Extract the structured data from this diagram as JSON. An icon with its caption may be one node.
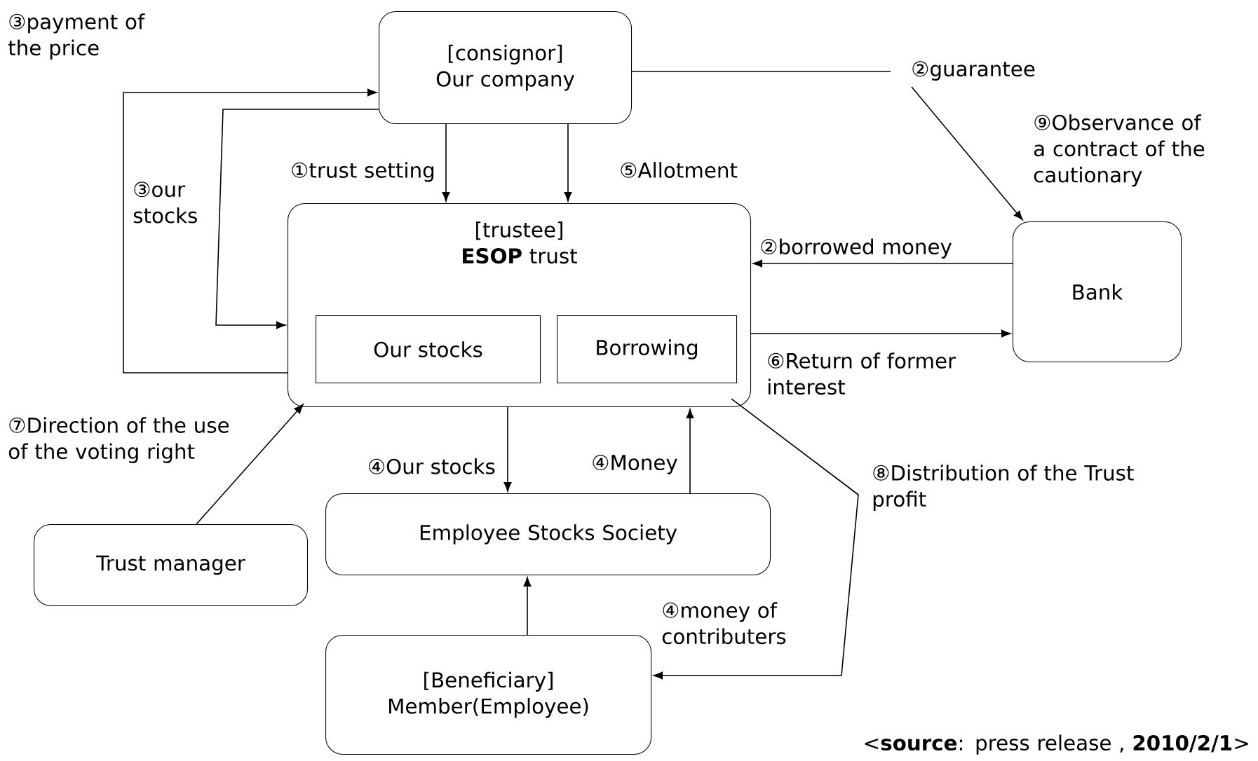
{
  "diagram": {
    "nodes": [
      {
        "text": [
          "[consignor] Our company"
        ]
      },
      {
        "text": [
          "[trustee] **ESOP** trust"
        ]
      },
      {
        "text": [
          "Our stocks"
        ],
        "in": 1
      },
      {
        "text": [
          "Borrowing"
        ],
        "in": 1
      },
      {
        "text": [
          "Bank"
        ]
      },
      {
        "text": [
          "Trust manager"
        ]
      },
      {
        "text": [
          "Employee Stocks Society"
        ]
      },
      {
        "text": [
          "[Beneficiary] Member(Employee)"
        ]
      }
    ],
    "edges": [
      {
        "from": 0,
        "to": 1,
        "arrow": "to",
        "label": "①trust setting"
      },
      {
        "from": 0,
        "to": 1,
        "arrow": "to",
        "label": "⑤Allotment"
      },
      {
        "from": 1,
        "to": 0,
        "arrow": "to",
        "label": "③payment of the price"
      },
      {
        "from": 0,
        "to": 1,
        "arrow": "to",
        "label": "③our stocks"
      },
      {
        "from": 0,
        "to": null,
        "arrow": "none",
        "label": "②guarantee"
      },
      {
        "from": null,
        "to": 4,
        "arrow": "to",
        "label": "⑨Observance of a contract of the cautionary"
      },
      {
        "from": 4,
        "to": 1,
        "arrow": "to",
        "label": "②borrowed money"
      },
      {
        "from": 1,
        "to": 4,
        "arrow": "to",
        "label": "⑥Return of former interest"
      },
      {
        "from": 5,
        "to": 1,
        "arrow": "to",
        "label": "⑦Direction of the use of the voting right"
      },
      {
        "from": 1,
        "to": 6,
        "arrow": "to",
        "label": "④Our stocks"
      },
      {
        "from": 6,
        "to": 1,
        "arrow": "to",
        "label": "④Money"
      },
      {
        "from": 7,
        "to": 6,
        "arrow": "to"
      },
      {
        "from": 1,
        "to": 7,
        "arrow": "to",
        "label": "⑧Distribution of the Trust profit"
      }
    ],
    "labels": [
      "④money of contributers",
      "<**source**: press release , **2010/2/1**>"
    ]
  }
}
